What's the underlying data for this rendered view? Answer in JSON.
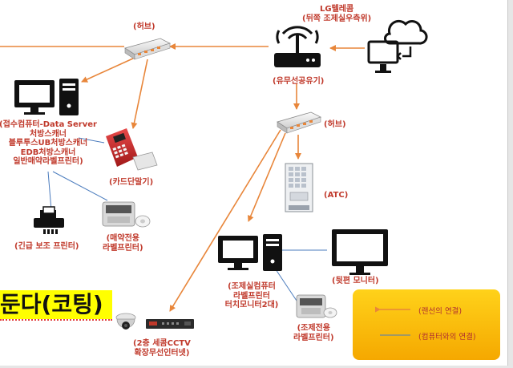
{
  "heading": {
    "text": "둔다(코팅)"
  },
  "labels": {
    "lg_telecom": [
      "LG텔레콤",
      "(뒤쪽 조제실우측위)"
    ],
    "hub_top": [
      "(허브)"
    ],
    "router": [
      "(유무선공유기)"
    ],
    "hub_mid": [
      "(허브)"
    ],
    "reception_pc": [
      "(접수컴퓨터-Data Server",
      "처방스캐너",
      "블루투스UB처방스캐너",
      "EDB처방스캐너",
      "일반매약라벨프린터)"
    ],
    "card_terminal": [
      "(카드단말기)"
    ],
    "atc": [
      "(ATC)"
    ],
    "emergency_printer": [
      "(긴급 보조 프린터)"
    ],
    "sale_label_printer": [
      "(매약전용",
      "라벨프린터)"
    ],
    "dispensing_pc": [
      "(조제실컴퓨터",
      "라벨프린터",
      "터치모니터2대)"
    ],
    "rear_monitor": [
      "(뒷편 모니터)"
    ],
    "dispensing_label_printer": [
      "(조제전용",
      "라벨프린터)"
    ],
    "cctv": [
      "(2층 세콤CCTV",
      "확장무선인터넷)"
    ]
  },
  "legend": {
    "lan_label": "(랜선의 연결)",
    "computer_label": "(컴퓨터와의 연결)",
    "lan_color": "#e8863a",
    "computer_color": "#4a7bbd"
  },
  "icons": {
    "cloud": "cloud-sync-icon",
    "router": "wifi-router-icon",
    "hub": "network-hub-icon",
    "pc": "desktop-computer-icon",
    "monitor": "monitor-icon",
    "card_terminal": "card-terminal-icon",
    "atc": "atc-machine-icon",
    "printer": "label-printer-icon",
    "fax": "receipt-printer-icon",
    "camera": "cctv-camera-icon",
    "dvr": "dvr-icon"
  }
}
